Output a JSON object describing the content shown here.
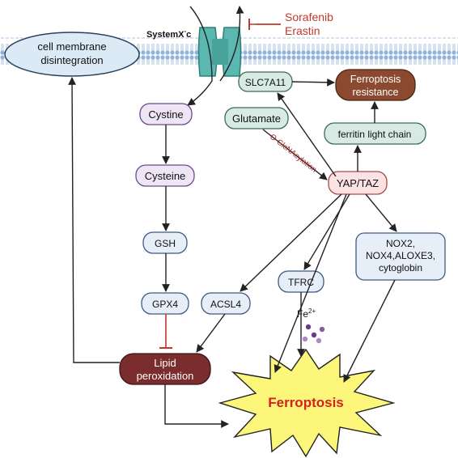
{
  "transporter": {
    "name_main": "SystemX",
    "name_sup": "-",
    "name_tail": "c"
  },
  "inhibitors": {
    "line1": "Sorafenib",
    "line2": "Erastin"
  },
  "membrane_disintegration": {
    "line1": "cell membrane",
    "line2": "disintegration"
  },
  "nodes": {
    "slc7a11": "SLC7A11",
    "ferroptosis_resistance_line1": "Ferroptosis",
    "ferroptosis_resistance_line2": "resistance",
    "cystine": "Cystine",
    "glutamate": "Glutamate",
    "ferritin": "ferritin light chain",
    "cysteine": "Cysteine",
    "yap_taz": "YAP/TAZ",
    "gsh": "GSH",
    "nox_line1": "NOX2,",
    "nox_line2": "NOX4,ALOXE3,",
    "nox_line3": "cytoglobin",
    "tfrc": "TFRC",
    "gpx4": "GPX4",
    "acsl4": "ACSL4",
    "fe": "Fe",
    "fe_sup": "2+",
    "lipid_line1": "Lipid",
    "lipid_line2": "peroxidation",
    "ferroptosis": "Ferroptosis"
  },
  "edge_labels": {
    "glcnac": "O-GlcNAcylation"
  },
  "colors": {
    "inhibitor_red": "#c0392b",
    "lipid_fill": "#7b2c2c",
    "resistance_fill": "#8b4a2f",
    "green_box": "#d8ebe3",
    "purple_box": "#efe6f5",
    "blue_box": "#e6eef8",
    "yap_fill": "#fbe3e3",
    "star_fill": "#fcf77a",
    "ferroptosis_text": "#d42020",
    "channel": "#5bb8b0"
  }
}
